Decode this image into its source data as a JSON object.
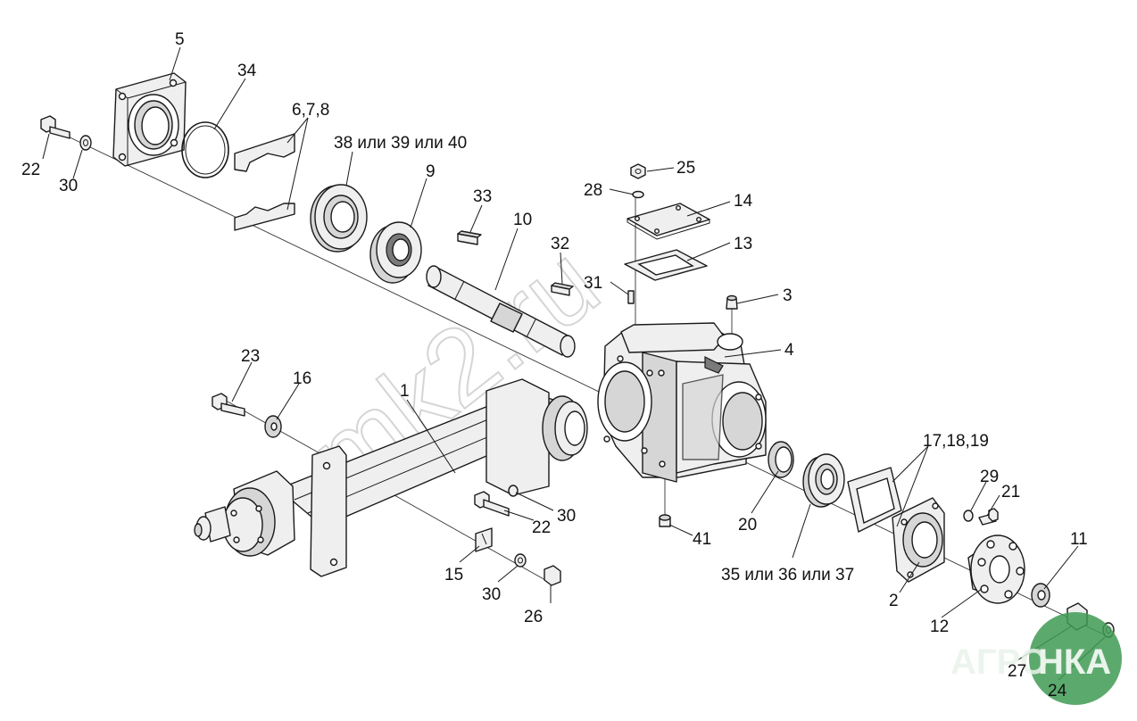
{
  "callouts": [
    {
      "id": "c5",
      "text": "5"
    },
    {
      "id": "c34",
      "text": "34"
    },
    {
      "id": "c678",
      "text": "6,7,8"
    },
    {
      "id": "c38",
      "text": "38 или 39 или 40"
    },
    {
      "id": "c22a",
      "text": "22"
    },
    {
      "id": "c30a",
      "text": "30"
    },
    {
      "id": "c9",
      "text": "9"
    },
    {
      "id": "c33",
      "text": "33"
    },
    {
      "id": "c10",
      "text": "10"
    },
    {
      "id": "c32",
      "text": "32"
    },
    {
      "id": "c25",
      "text": "25"
    },
    {
      "id": "c28",
      "text": "28"
    },
    {
      "id": "c14",
      "text": "14"
    },
    {
      "id": "c13",
      "text": "13"
    },
    {
      "id": "c31",
      "text": "31"
    },
    {
      "id": "c3",
      "text": "3"
    },
    {
      "id": "c4",
      "text": "4"
    },
    {
      "id": "c23",
      "text": "23"
    },
    {
      "id": "c16",
      "text": "16"
    },
    {
      "id": "c1",
      "text": "1"
    },
    {
      "id": "c171819",
      "text": "17,18,19"
    },
    {
      "id": "c29",
      "text": "29"
    },
    {
      "id": "c21",
      "text": "21"
    },
    {
      "id": "c20",
      "text": "20"
    },
    {
      "id": "c30b",
      "text": "30"
    },
    {
      "id": "c22b",
      "text": "22"
    },
    {
      "id": "c41",
      "text": "41"
    },
    {
      "id": "c11",
      "text": "11"
    },
    {
      "id": "c35",
      "text": "35 или 36 или 37"
    },
    {
      "id": "c15",
      "text": "15"
    },
    {
      "id": "c30c",
      "text": "30"
    },
    {
      "id": "c26",
      "text": "26"
    },
    {
      "id": "c2",
      "text": "2"
    },
    {
      "id": "c12",
      "text": "12"
    },
    {
      "id": "c27",
      "text": "27"
    },
    {
      "id": "c24",
      "text": "24"
    }
  ],
  "watermark": {
    "text": "mk2.ru",
    "color": "#c8c8c8"
  },
  "logo": {
    "text_left": "АГРО",
    "text_right": "НКА",
    "circle_color": "#3f9a55",
    "text_color": "#e9f4ea"
  }
}
